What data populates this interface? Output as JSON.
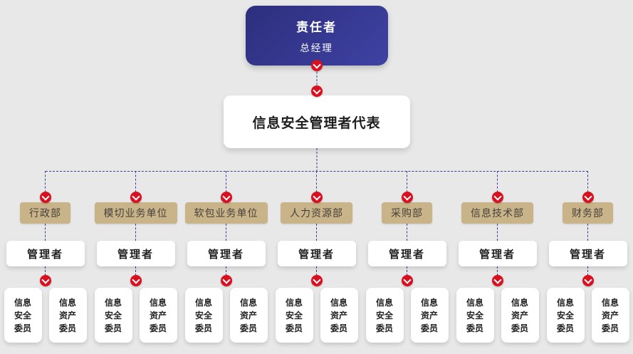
{
  "org_chart": {
    "root": {
      "title": "责任者",
      "subtitle": "总经理"
    },
    "representative": {
      "label": "信息安全管理者代表"
    },
    "departments": [
      {
        "name": "行政部",
        "manager": "管理者",
        "members": [
          "信息\n安全\n委员",
          "信息\n资产\n委员"
        ]
      },
      {
        "name": "模切业务单位",
        "manager": "管理者",
        "members": [
          "信息\n安全\n委员",
          "信息\n资产\n委员"
        ]
      },
      {
        "name": "软包业务单位",
        "manager": "管理者",
        "members": [
          "信息\n安全\n委员",
          "信息\n资产\n委员"
        ]
      },
      {
        "name": "人力资源部",
        "manager": "管理者",
        "members": [
          "信息\n安全\n委员",
          "信息\n资产\n委员"
        ]
      },
      {
        "name": "采购部",
        "manager": "管理者",
        "members": [
          "信息\n安全\n委员",
          "信息\n资产\n委员"
        ]
      },
      {
        "name": "信息技术部",
        "manager": "管理者",
        "members": [
          "信息\n安全\n委员",
          "信息\n资产\n委员"
        ]
      },
      {
        "name": "财务部",
        "manager": "管理者",
        "members": [
          "信息\n安全\n委员",
          "信息\n资产\n委员"
        ]
      }
    ],
    "colors": {
      "accent_red": "#d8101f",
      "line_navy": "#3a3d94",
      "department_tan": "#c9b389",
      "root_indigo": "#32348a",
      "background": "#e8e8e8"
    }
  }
}
